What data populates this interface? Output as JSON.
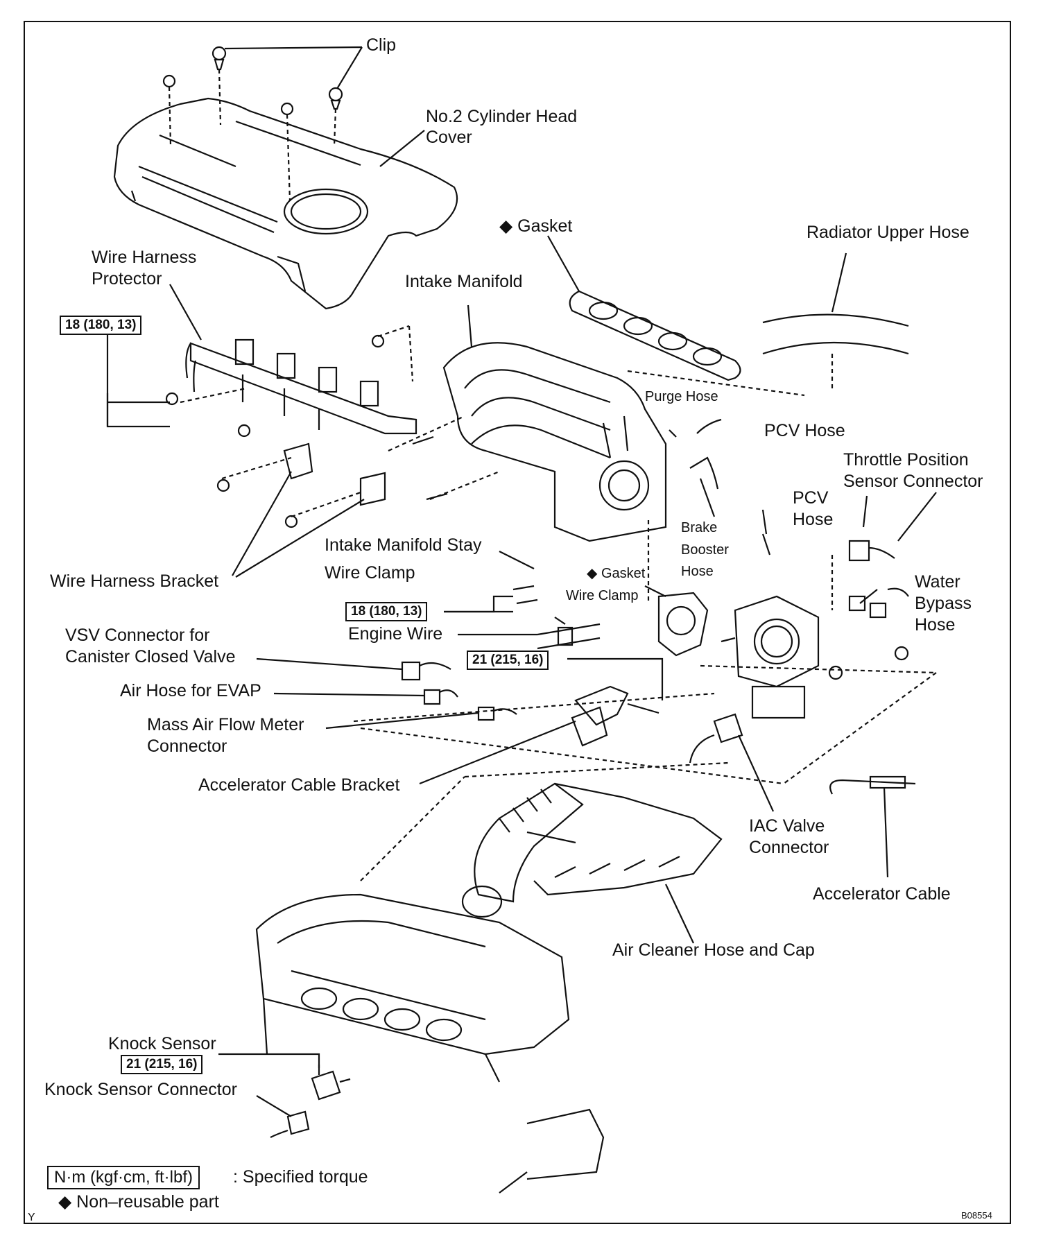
{
  "labels": {
    "clip": "Clip",
    "no2_cover_line1": "No.2 Cylinder Head",
    "no2_cover_line2": "Cover",
    "gasket_top": "◆ Gasket",
    "radiator_upper_hose": "Radiator Upper Hose",
    "wire_harness_protector_line1": "Wire Harness",
    "wire_harness_protector_line2": "Protector",
    "intake_manifold": "Intake Manifold",
    "purge_hose": "Purge Hose",
    "pcv_hose_top": "PCV Hose",
    "throttle_position_line1": "Throttle Position",
    "throttle_position_line2": "Sensor Connector",
    "pcv_hose_line1": "PCV",
    "pcv_hose_line2": "Hose",
    "brake_booster_line1": "Brake",
    "brake_booster_line2": "Booster",
    "brake_booster_line3": "Hose",
    "intake_manifold_stay": "Intake Manifold Stay",
    "wire_clamp_upper": "Wire Clamp",
    "gasket_mid": "◆ Gasket",
    "wire_clamp_lower": "Wire Clamp",
    "water_bypass_line1": "Water",
    "water_bypass_line2": "Bypass",
    "water_bypass_line3": "Hose",
    "wire_harness_bracket": "Wire Harness Bracket",
    "engine_wire": "Engine Wire",
    "vsv_line1": "VSV Connector for",
    "vsv_line2": "Canister Closed Valve",
    "air_hose_evap": "Air Hose for EVAP",
    "maf_line1": "Mass Air Flow Meter",
    "maf_line2": "Connector",
    "accelerator_cable_bracket": "Accelerator Cable Bracket",
    "iac_line1": "IAC Valve",
    "iac_line2": "Connector",
    "accelerator_cable": "Accelerator Cable",
    "air_cleaner_hose": "Air Cleaner Hose and Cap",
    "knock_sensor": "Knock Sensor",
    "knock_sensor_connector": "Knock Sensor Connector"
  },
  "torques": {
    "harness_bolt": "18 (180, 13)",
    "stay_bolt": "18 (180, 13)",
    "bracket_bolt": "21 (215, 16)",
    "knock_sensor": "21 (215, 16)"
  },
  "legend": {
    "unit_box": "N·m (kgf·cm, ft·lbf)",
    "unit_desc": ": Specified torque",
    "nonreusable": "◆ Non–reusable part"
  },
  "footer": {
    "left_mark": "Y",
    "figure_code": "B08554"
  },
  "colors": {
    "ink": "#111111",
    "background": "#ffffff"
  }
}
